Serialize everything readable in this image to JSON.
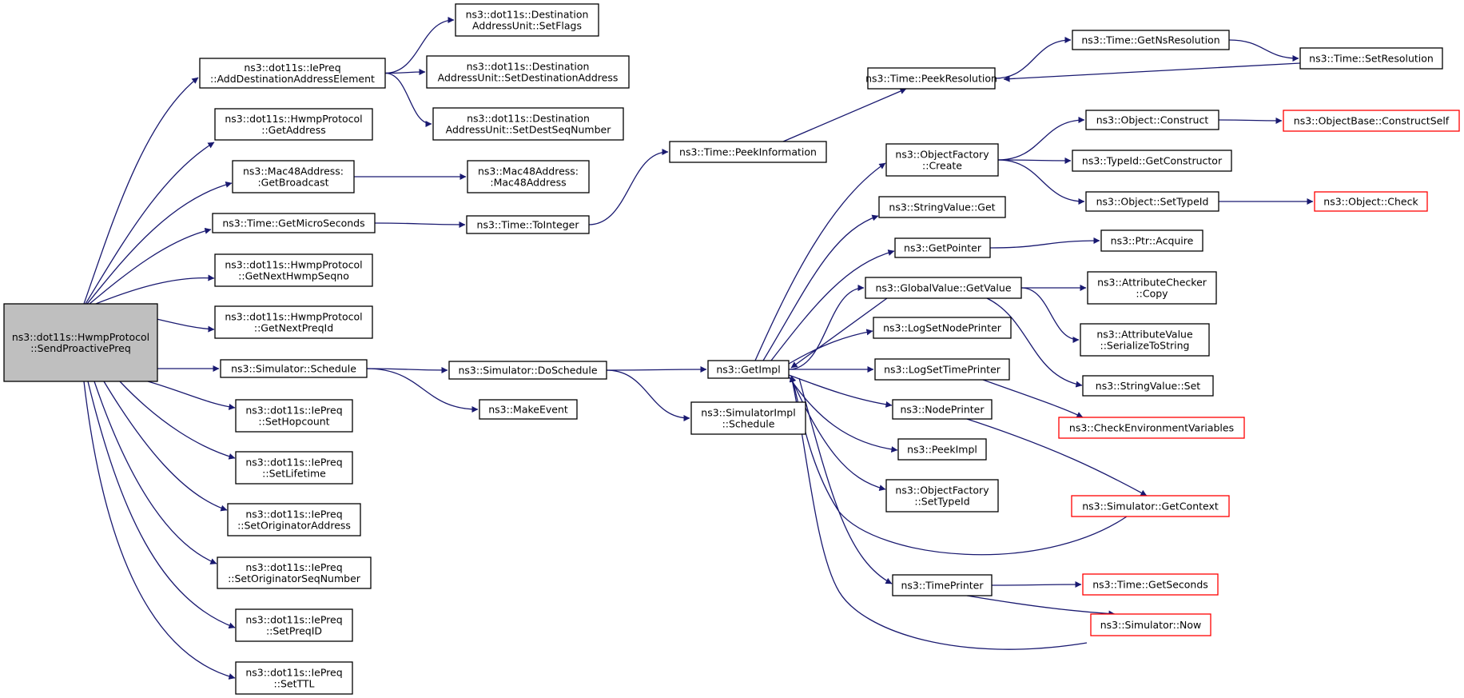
{
  "colors": {
    "edge": "#191970",
    "node_border": "#000000",
    "node_fill": "#ffffff",
    "root_fill": "#bfbfbf",
    "external_border": "#ff0000"
  },
  "nodes": [
    {
      "id": "root",
      "lines": [
        "ns3::dot11s::HwmpProtocol",
        "::SendProactivePreq"
      ],
      "kind": "root"
    },
    {
      "id": "addDest",
      "lines": [
        "ns3::dot11s::IePreq",
        "::AddDestinationAddressElement"
      ]
    },
    {
      "id": "duSetFlags",
      "lines": [
        "ns3::dot11s::Destination",
        "AddressUnit::SetFlags"
      ]
    },
    {
      "id": "duSetDestAddr",
      "lines": [
        "ns3::dot11s::Destination",
        "AddressUnit::SetDestinationAddress"
      ]
    },
    {
      "id": "duSetSeq",
      "lines": [
        "ns3::dot11s::Destination",
        "AddressUnit::SetDestSeqNumber"
      ]
    },
    {
      "id": "getAddress",
      "lines": [
        "ns3::dot11s::HwmpProtocol",
        "::GetAddress"
      ]
    },
    {
      "id": "getBroadcast",
      "lines": [
        "ns3::Mac48Address:",
        ":GetBroadcast"
      ]
    },
    {
      "id": "mac48ctor",
      "lines": [
        "ns3::Mac48Address:",
        ":Mac48Address"
      ]
    },
    {
      "id": "getMicro",
      "lines": [
        "ns3::Time::GetMicroSeconds"
      ]
    },
    {
      "id": "toInteger",
      "lines": [
        "ns3::Time::ToInteger"
      ]
    },
    {
      "id": "getNextHwmp",
      "lines": [
        "ns3::dot11s::HwmpProtocol",
        "::GetNextHwmpSeqno"
      ]
    },
    {
      "id": "getNextPreq",
      "lines": [
        "ns3::dot11s::HwmpProtocol",
        "::GetNextPreqId"
      ]
    },
    {
      "id": "schedule",
      "lines": [
        "ns3::Simulator::Schedule"
      ]
    },
    {
      "id": "doSchedule",
      "lines": [
        "ns3::Simulator::DoSchedule"
      ]
    },
    {
      "id": "makeEvent",
      "lines": [
        "ns3::MakeEvent"
      ]
    },
    {
      "id": "simImplSchedule",
      "lines": [
        "ns3::SimulatorImpl",
        "::Schedule"
      ]
    },
    {
      "id": "getImpl",
      "lines": [
        "ns3::GetImpl"
      ]
    },
    {
      "id": "setHop",
      "lines": [
        "ns3::dot11s::IePreq",
        "::SetHopcount"
      ]
    },
    {
      "id": "setLife",
      "lines": [
        "ns3::dot11s::IePreq",
        "::SetLifetime"
      ]
    },
    {
      "id": "setOrigAddr",
      "lines": [
        "ns3::dot11s::IePreq",
        "::SetOriginatorAddress"
      ]
    },
    {
      "id": "setOrigSeq",
      "lines": [
        "ns3::dot11s::IePreq",
        "::SetOriginatorSeqNumber"
      ]
    },
    {
      "id": "setPreqId",
      "lines": [
        "ns3::dot11s::IePreq",
        "::SetPreqID"
      ]
    },
    {
      "id": "setTTL",
      "lines": [
        "ns3::dot11s::IePreq",
        "::SetTTL"
      ]
    },
    {
      "id": "peekInfo",
      "lines": [
        "ns3::Time::PeekInformation"
      ]
    },
    {
      "id": "peekRes",
      "lines": [
        "ns3::Time::PeekResolution"
      ]
    },
    {
      "id": "getNsRes",
      "lines": [
        "ns3::Time::GetNsResolution"
      ]
    },
    {
      "id": "setRes",
      "lines": [
        "ns3::Time::SetResolution"
      ]
    },
    {
      "id": "ofCreate",
      "lines": [
        "ns3::ObjectFactory",
        "::Create"
      ]
    },
    {
      "id": "objConstruct",
      "lines": [
        "ns3::Object::Construct"
      ]
    },
    {
      "id": "constructSelf",
      "lines": [
        "ns3::ObjectBase::ConstructSelf"
      ],
      "kind": "external"
    },
    {
      "id": "getCtor",
      "lines": [
        "ns3::TypeId::GetConstructor"
      ]
    },
    {
      "id": "setTypeId",
      "lines": [
        "ns3::Object::SetTypeId"
      ]
    },
    {
      "id": "objCheck",
      "lines": [
        "ns3::Object::Check"
      ],
      "kind": "external"
    },
    {
      "id": "svGet",
      "lines": [
        "ns3::StringValue::Get"
      ]
    },
    {
      "id": "getPointer",
      "lines": [
        "ns3::GetPointer"
      ]
    },
    {
      "id": "ptrAcquire",
      "lines": [
        "ns3::Ptr::Acquire"
      ]
    },
    {
      "id": "gvGetValue",
      "lines": [
        "ns3::GlobalValue::GetValue"
      ]
    },
    {
      "id": "acCopy",
      "lines": [
        "ns3::AttributeChecker",
        "::Copy"
      ]
    },
    {
      "id": "avSerialize",
      "lines": [
        "ns3::AttributeValue",
        "::SerializeToString"
      ]
    },
    {
      "id": "svSet",
      "lines": [
        "ns3::StringValue::Set"
      ]
    },
    {
      "id": "logNodePrinter",
      "lines": [
        "ns3::LogSetNodePrinter"
      ]
    },
    {
      "id": "logTimePrinter",
      "lines": [
        "ns3::LogSetTimePrinter"
      ]
    },
    {
      "id": "checkEnv",
      "lines": [
        "ns3::CheckEnvironmentVariables"
      ],
      "kind": "external"
    },
    {
      "id": "nodePrinter",
      "lines": [
        "ns3::NodePrinter"
      ]
    },
    {
      "id": "peekImpl",
      "lines": [
        "ns3::PeekImpl"
      ]
    },
    {
      "id": "ofSetTypeId",
      "lines": [
        "ns3::ObjectFactory",
        "::SetTypeId"
      ]
    },
    {
      "id": "getContext",
      "lines": [
        "ns3::Simulator::GetContext"
      ],
      "kind": "external"
    },
    {
      "id": "timePrinter",
      "lines": [
        "ns3::TimePrinter"
      ]
    },
    {
      "id": "getSeconds",
      "lines": [
        "ns3::Time::GetSeconds"
      ],
      "kind": "external"
    },
    {
      "id": "simNow",
      "lines": [
        "ns3::Simulator::Now"
      ],
      "kind": "external"
    }
  ],
  "edges": [
    [
      "root",
      "addDest"
    ],
    [
      "root",
      "getAddress"
    ],
    [
      "root",
      "getBroadcast"
    ],
    [
      "root",
      "getMicro"
    ],
    [
      "root",
      "getNextHwmp"
    ],
    [
      "root",
      "getNextPreq"
    ],
    [
      "root",
      "schedule"
    ],
    [
      "root",
      "setHop"
    ],
    [
      "root",
      "setLife"
    ],
    [
      "root",
      "setOrigAddr"
    ],
    [
      "root",
      "setOrigSeq"
    ],
    [
      "root",
      "setPreqId"
    ],
    [
      "root",
      "setTTL"
    ],
    [
      "addDest",
      "duSetFlags"
    ],
    [
      "addDest",
      "duSetDestAddr"
    ],
    [
      "addDest",
      "duSetSeq"
    ],
    [
      "getBroadcast",
      "mac48ctor"
    ],
    [
      "getMicro",
      "toInteger"
    ],
    [
      "toInteger",
      "peekInfo"
    ],
    [
      "peekInfo",
      "peekRes"
    ],
    [
      "peekRes",
      "getNsRes"
    ],
    [
      "getNsRes",
      "setRes"
    ],
    [
      "setRes",
      "peekRes"
    ],
    [
      "schedule",
      "doSchedule"
    ],
    [
      "schedule",
      "makeEvent"
    ],
    [
      "doSchedule",
      "getImpl"
    ],
    [
      "doSchedule",
      "simImplSchedule"
    ],
    [
      "getImpl",
      "ofCreate"
    ],
    [
      "getImpl",
      "svGet"
    ],
    [
      "getImpl",
      "getPointer"
    ],
    [
      "getImpl",
      "gvGetValue"
    ],
    [
      "getImpl",
      "logNodePrinter"
    ],
    [
      "getImpl",
      "logTimePrinter"
    ],
    [
      "getImpl",
      "nodePrinter"
    ],
    [
      "getImpl",
      "peekImpl"
    ],
    [
      "getImpl",
      "ofSetTypeId"
    ],
    [
      "getImpl",
      "timePrinter"
    ],
    [
      "ofCreate",
      "objConstruct"
    ],
    [
      "ofCreate",
      "getCtor"
    ],
    [
      "ofCreate",
      "setTypeId"
    ],
    [
      "objConstruct",
      "constructSelf"
    ],
    [
      "setTypeId",
      "objCheck"
    ],
    [
      "getPointer",
      "ptrAcquire"
    ],
    [
      "gvGetValue",
      "getImpl"
    ],
    [
      "gvGetValue",
      "acCopy"
    ],
    [
      "gvGetValue",
      "avSerialize"
    ],
    [
      "gvGetValue",
      "svSet"
    ],
    [
      "logTimePrinter",
      "checkEnv"
    ],
    [
      "nodePrinter",
      "getContext"
    ],
    [
      "getContext",
      "getImpl"
    ],
    [
      "timePrinter",
      "getSeconds"
    ],
    [
      "timePrinter",
      "simNow"
    ],
    [
      "simNow",
      "getImpl"
    ]
  ]
}
